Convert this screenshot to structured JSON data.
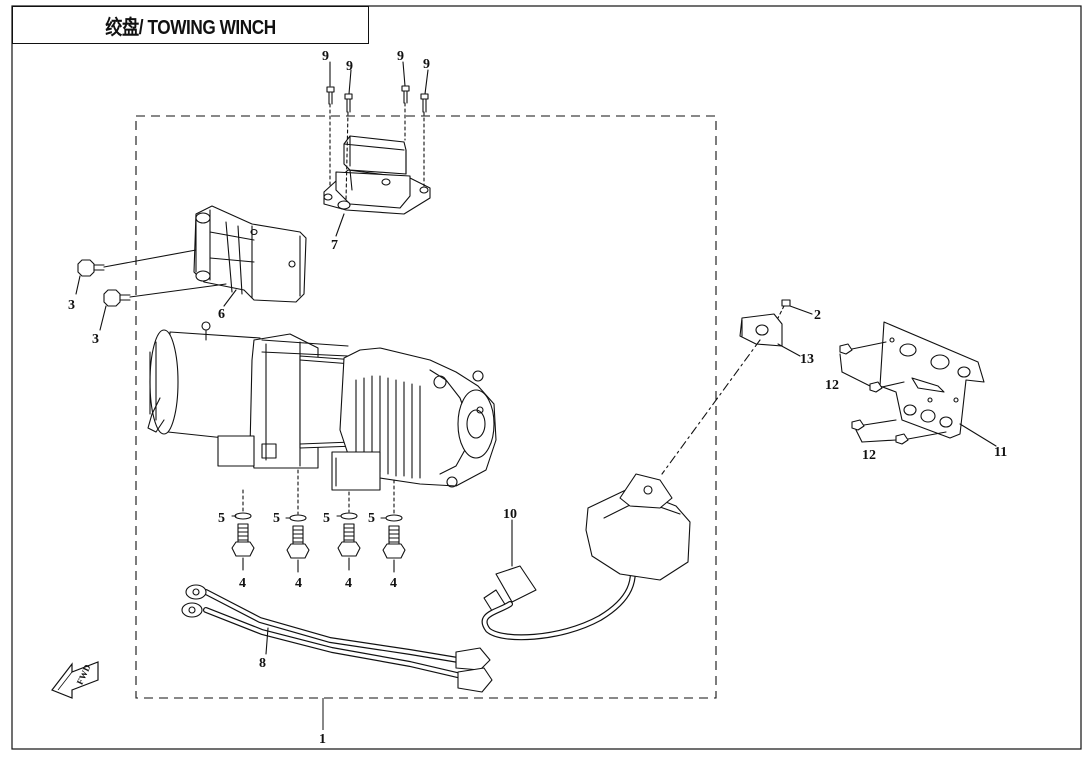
{
  "title": "绞盘/ TOWING WINCH",
  "fwd_label": "FWD",
  "callouts": {
    "c1": "1",
    "c2": "2",
    "c3a": "3",
    "c3b": "3",
    "c4a": "4",
    "c4b": "4",
    "c4c": "4",
    "c4d": "4",
    "c5a": "5",
    "c5b": "5",
    "c5c": "5",
    "c5d": "5",
    "c6": "6",
    "c7": "7",
    "c8": "8",
    "c9a": "9",
    "c9b": "9",
    "c9c": "9",
    "c9d": "9",
    "c10": "10",
    "c11": "11",
    "c12a": "12",
    "c12b": "12",
    "c13": "13"
  }
}
